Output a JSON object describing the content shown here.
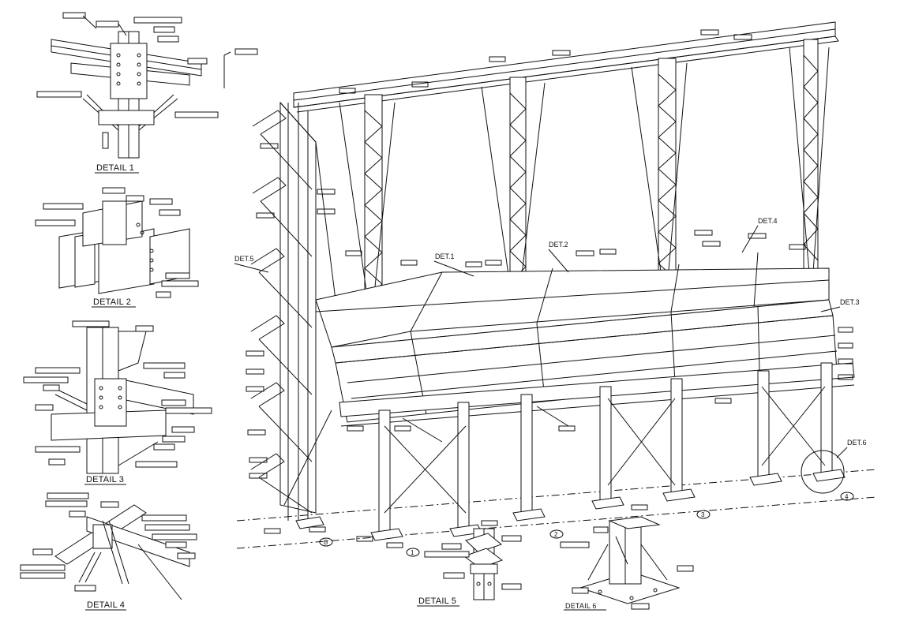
{
  "captions": {
    "detail1": "DETAIL 1",
    "detail2": "DETAIL 2",
    "detail3": "DETAIL 3",
    "detail4": "DETAIL 4",
    "detail5": "DETAIL 5",
    "detail6": "DETAIL 6"
  },
  "callouts": {
    "det1": "DET.1",
    "det2": "DET.2",
    "det3": "DET.3",
    "det4": "DET.4",
    "det5": "DET.5",
    "det6": "DET.6"
  },
  "grid_markers": [
    "1",
    "2",
    "3",
    "4",
    "B"
  ],
  "colors": {
    "ink": "#111111",
    "paper": "#ffffff",
    "label_box": "#ffffff"
  }
}
